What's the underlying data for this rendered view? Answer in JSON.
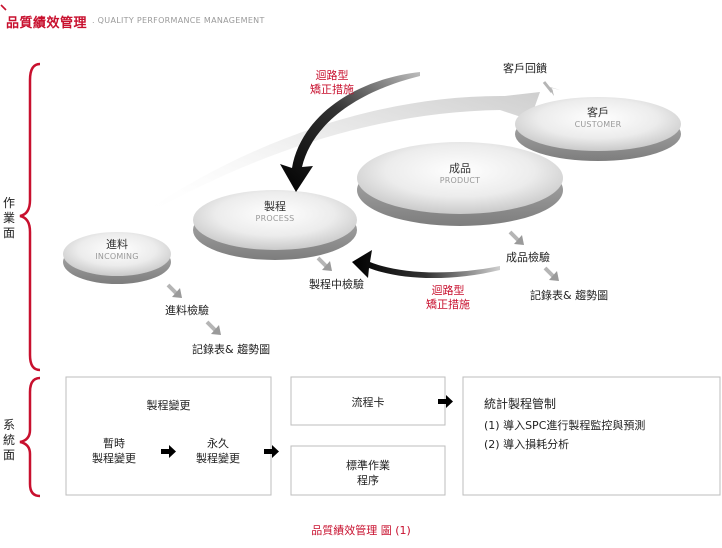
{
  "header": {
    "title": "品質績效管理",
    "subtitle": ". QUALITY PERFORMANCE MANAGEMENT"
  },
  "sides": {
    "work": "作業面",
    "system": "系統面"
  },
  "discs": {
    "incoming": {
      "title": "進料",
      "sub": "INCOMING"
    },
    "process": {
      "title": "製程",
      "sub": "PROCESS"
    },
    "product": {
      "title": "成品",
      "sub": "PRODUCT"
    },
    "customer": {
      "title": "客戶",
      "sub": "CUSTOMER"
    }
  },
  "labels": {
    "customer_feedback": "客戶回饋",
    "loop_top_line1": "迴路型",
    "loop_top_line2": "矯正措施",
    "loop_bottom_line1": "迴路型",
    "loop_bottom_line2": "矯正措施",
    "process_inspection": "製程中檢驗",
    "product_inspection": "成品檢驗",
    "incoming_inspection": "進料檢驗",
    "record_chart_right": "記錄表&  趨勢圖",
    "record_chart_left": "記錄表&  趨勢圖"
  },
  "boxes": {
    "change": {
      "title": "製程變更",
      "temp_line1": "暫時",
      "temp_line2": "製程變更",
      "perm_line1": "永久",
      "perm_line2": "製程變更"
    },
    "flow_card": "流程卡",
    "sop_line1": "標準作業",
    "sop_line2": "程序",
    "spc": {
      "title": "統計製程管制",
      "item1": "(1) 導入SPC進行製程監控與預測",
      "item2": "(2) 導入損耗分析"
    }
  },
  "footer": {
    "caption": "品質績效管理  圖  (1)"
  },
  "colors": {
    "accent_red": "#c8102e",
    "disc_top": "#e6e6e6",
    "disc_edge": "#a8a8a8",
    "box_border": "#bdbdbd"
  }
}
